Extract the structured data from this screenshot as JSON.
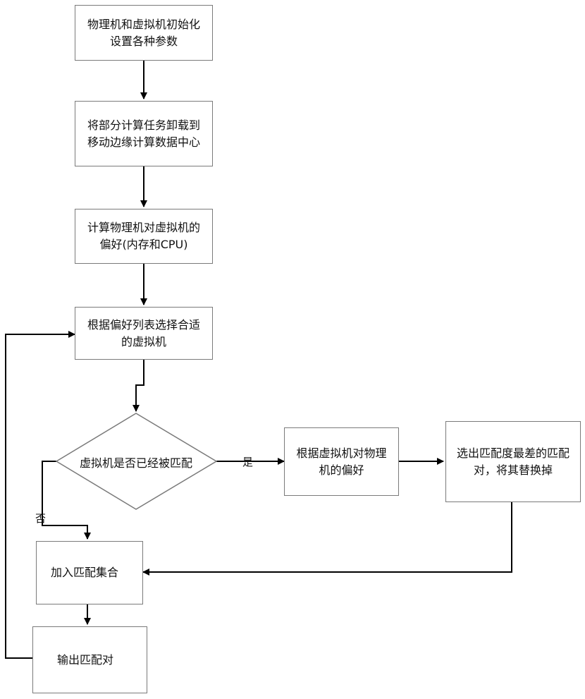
{
  "colors": {
    "line": "#000000",
    "box_border": "#7a7a7a"
  },
  "nodes": {
    "init": {
      "line1": "物理机和虚拟机初始化",
      "line2": "设置各种参数"
    },
    "offload": {
      "line1": "将部分计算任务卸载到",
      "line2": "移动边缘计算数据中心"
    },
    "preference": {
      "line1": "计算物理机对虚拟机的",
      "line2": "偏好(内存和CPU)"
    },
    "select": {
      "line1": "根据偏好列表选择合适",
      "line2": "的虚拟机"
    },
    "decision": {
      "text": "虚拟机是否已经被匹配"
    },
    "vm_pref": {
      "line1": "根据虚拟机对物理",
      "line2": "机的偏好"
    },
    "replace": {
      "line1": "选出匹配度最差的匹配",
      "line2": "对，将其替换掉"
    },
    "join": {
      "text": "加入匹配集合"
    },
    "output": {
      "text": "输出匹配对"
    }
  },
  "edge_labels": {
    "yes": "是",
    "no": "否"
  }
}
